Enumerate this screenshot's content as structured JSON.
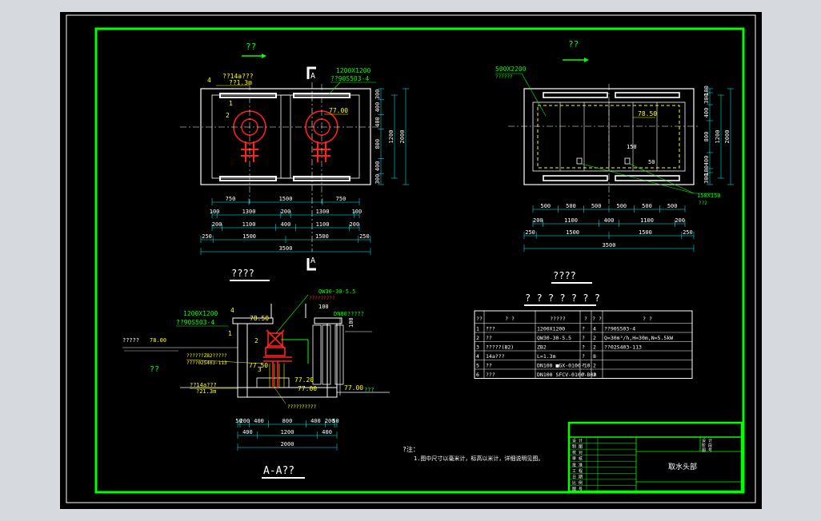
{
  "colors": {
    "frame": "#00ff00",
    "line": "#ffffff",
    "accent": "#ffff00",
    "dim": "#00ffff",
    "pump": "#ff2020",
    "green": "#00ff00"
  },
  "plan_left": {
    "flow_label": "??",
    "section_marker": "A",
    "pit_size": "1200X1200",
    "pit_ref": "??90S503-4",
    "ladder_ref": "??14a???",
    "ladder_len": "??1.3m",
    "level": "77.00",
    "num1": "1",
    "num2": "2",
    "num4": "4",
    "dims_bottom_row1": [
      "750",
      "1500",
      "750"
    ],
    "dims_bottom_row2": [
      "100",
      "1300",
      "200",
      "1300",
      "100"
    ],
    "dims_bottom_row3": [
      "200",
      "1100",
      "400",
      "1100",
      "200"
    ],
    "dims_bottom_row4": [
      "250",
      "1500",
      "1500",
      "250"
    ],
    "dim_total": "3500",
    "dims_right_inner": [
      "300",
      "400",
      "400",
      "800",
      "400",
      "300"
    ],
    "dims_right_outer": [
      "1200",
      "2000"
    ],
    "title": "????"
  },
  "plan_right": {
    "flow_label": "??",
    "hatch_size": "500X2200",
    "hatch_note": "??????",
    "level": "78.50",
    "dims_bottom_row1": [
      "500",
      "500",
      "500",
      "500",
      "500",
      "500"
    ],
    "dims_bottom_row2": [
      "200",
      "1100",
      "400",
      "1100",
      "200"
    ],
    "dims_bottom_row3": [
      "250",
      "1500",
      "1500",
      "250"
    ],
    "dim_total": "3500",
    "dims_right_inner": [
      "100",
      "300",
      "400",
      "800",
      "400",
      "100",
      "300"
    ],
    "dims_right_outer": [
      "1200",
      "2000"
    ],
    "small_dims": [
      "150",
      "50"
    ],
    "vent_size": "150X150",
    "vent_note": "??2",
    "title": "????"
  },
  "section": {
    "title": "A-A??",
    "pit_size": "1200X1200",
    "pit_ref": "??90S503-4",
    "level_top": "78.50",
    "water_level_label": "?????",
    "water_level": "78.00",
    "ground_label": "??",
    "pump_model": "QW30-30-5.5",
    "pump_note": "?????????",
    "ladder_ref": "??14a???",
    "ladder_level": "?21.3m",
    "pipe_note": "??????ZB2?????",
    "pipe_ref": "????02S403-113",
    "level_mid": "77.50",
    "level_low1": "77.20",
    "level_low2": "77.00",
    "level_ground": "77.00",
    "ground_mark": "???",
    "pump_base": "??????????",
    "outlet": "DN80?????",
    "dim_100a": "100",
    "dim_100b": "100",
    "num1": "1",
    "num2": "2",
    "num3": "3",
    "num4": "4",
    "dims_bottom_row1": [
      "50",
      "200",
      "400",
      "800",
      "400",
      "200",
      "50"
    ],
    "dims_bottom_row2": [
      "400",
      "1200",
      "400"
    ],
    "dim_total": "2000"
  },
  "table": {
    "title": "? ? ? ? ? ? ?",
    "headers": [
      "?\n?",
      "? ?",
      "?????",
      "?",
      "? ?",
      "? ?"
    ],
    "rows": [
      [
        "1",
        "???",
        "1200X1200",
        "?",
        "4",
        "??90S503-4"
      ],
      [
        "2",
        "??",
        "QW30-30-5.5",
        "?",
        "2",
        "Q=30m³/h,H=30m,N=5.5kW"
      ],
      [
        "3",
        "?????(B2)",
        "ZB2",
        "?",
        "2",
        "??02S403-113"
      ],
      [
        "4",
        "14a???",
        "L=1.3m",
        "?",
        "8",
        ""
      ],
      [
        "5",
        "??",
        "DN100  ■GX-0100-10",
        "?",
        "2",
        ""
      ],
      [
        "6",
        "???",
        "DN100  SFCV-0100-B00",
        "?",
        "2",
        ""
      ]
    ]
  },
  "notes": {
    "label": "?注：",
    "line1": "1.图中尺寸以毫米计，标高以米计，详细说明见图。"
  },
  "title_block": {
    "drawing_name": "取水头部",
    "left_labels": [
      "设 计",
      "制 图",
      "校 对",
      "审 核",
      "批 准",
      "工 程",
      "日 期",
      "比 例",
      "图 号"
    ],
    "right_labels": [
      "设 计",
      "阶 段",
      "图 号"
    ]
  }
}
